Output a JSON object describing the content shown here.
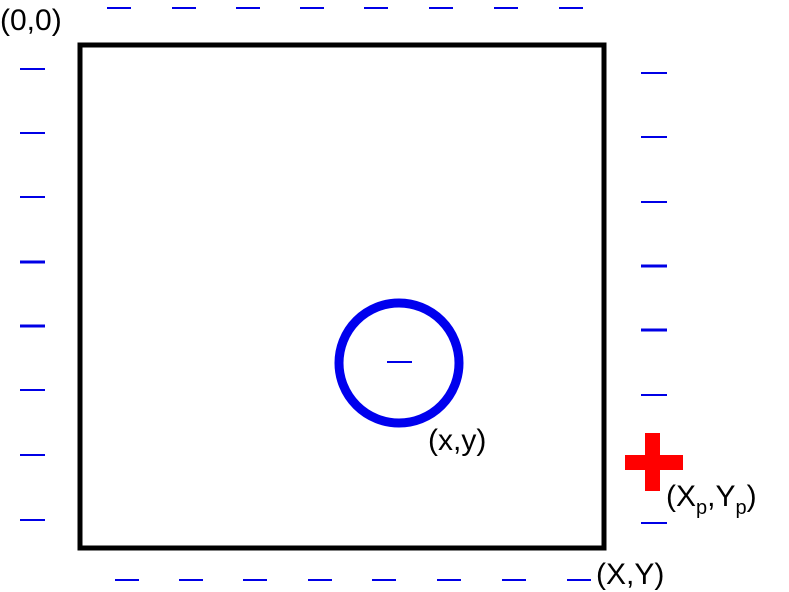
{
  "labels": {
    "origin": "(0,0)",
    "corner": "(X,Y)",
    "point": "(x,y)",
    "projected": {
      "open": "(X",
      "sub_x": "p",
      "comma": ",Y",
      "sub_y": "p",
      "close": ")"
    }
  },
  "colors": {
    "frame": "#000000",
    "text": "#000000",
    "dash": "#0000e6",
    "circle": "#0000ee",
    "marker": "#ff0000"
  },
  "icons": {
    "marker": "plus-icon"
  }
}
